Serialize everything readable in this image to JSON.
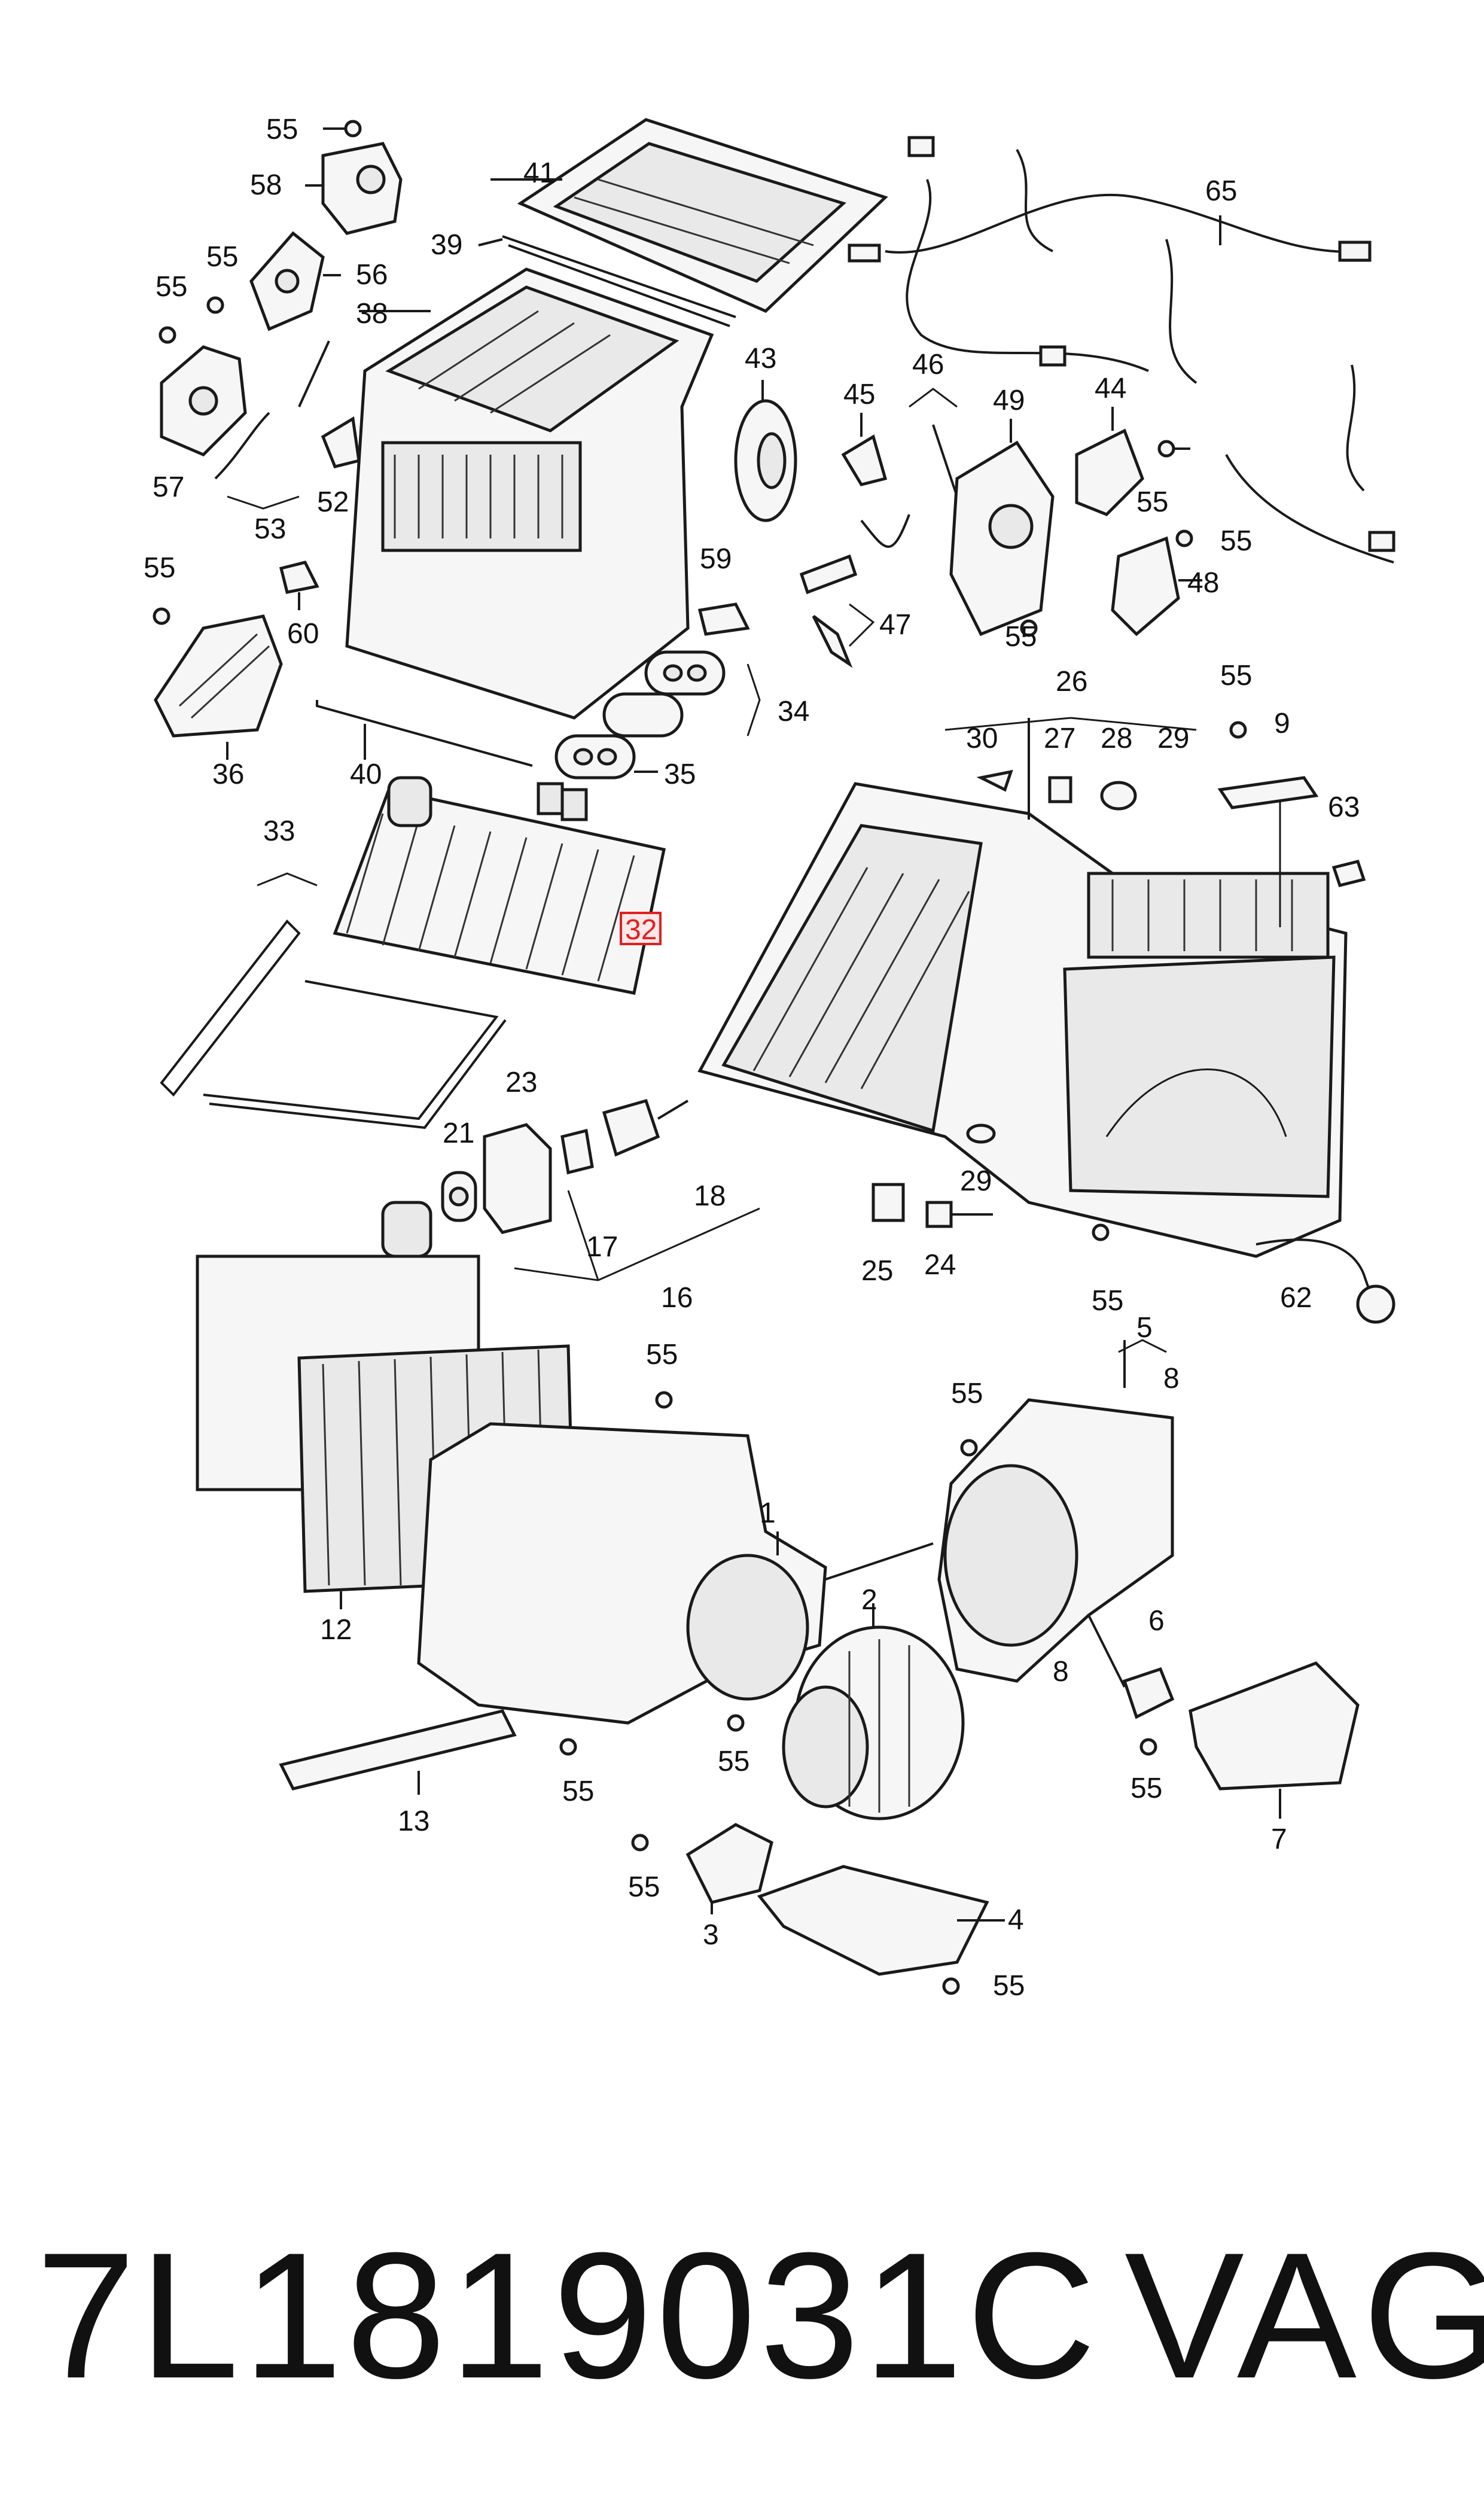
{
  "footer": {
    "part_number": "7L1819031C",
    "brand": "VAG"
  },
  "highlight": {
    "callout": "32",
    "color": "#e02020"
  },
  "callouts": {
    "c55a": "55",
    "c58": "58",
    "c41": "41",
    "c65": "65",
    "c39": "39",
    "c55b": "55",
    "c56": "56",
    "c38": "38",
    "c55c": "55",
    "c43": "43",
    "c46": "46",
    "c45": "45",
    "c49": "49",
    "c44": "44",
    "c57": "57",
    "c52": "52",
    "c53": "53",
    "c55d": "55",
    "c55e": "55",
    "c48": "48",
    "c55f": "55",
    "c59": "59",
    "c60": "60",
    "c47": "47",
    "c55g": "55",
    "c34": "34",
    "c36": "36",
    "c40": "40",
    "c35": "35",
    "c26": "26",
    "c55h": "55",
    "c30": "30",
    "c27": "27",
    "c28": "28",
    "c29a": "29",
    "c9": "9",
    "c33": "33",
    "c32": "32",
    "c63": "63",
    "c23": "23",
    "c21": "21",
    "c18": "18",
    "c17": "17",
    "c29b": "29",
    "c25": "25",
    "c24": "24",
    "c16": "16",
    "c55i": "55",
    "c62": "62",
    "c55j": "55",
    "c5": "5",
    "c8a": "8",
    "c55k": "55",
    "c1": "1",
    "c2": "2",
    "c12": "12",
    "c6": "6",
    "c8b": "8",
    "c55l": "55",
    "c55m": "55",
    "c55n": "55",
    "c13": "13",
    "c7": "7",
    "c55o": "55",
    "c3": "3",
    "c4": "4",
    "c55p": "55"
  }
}
